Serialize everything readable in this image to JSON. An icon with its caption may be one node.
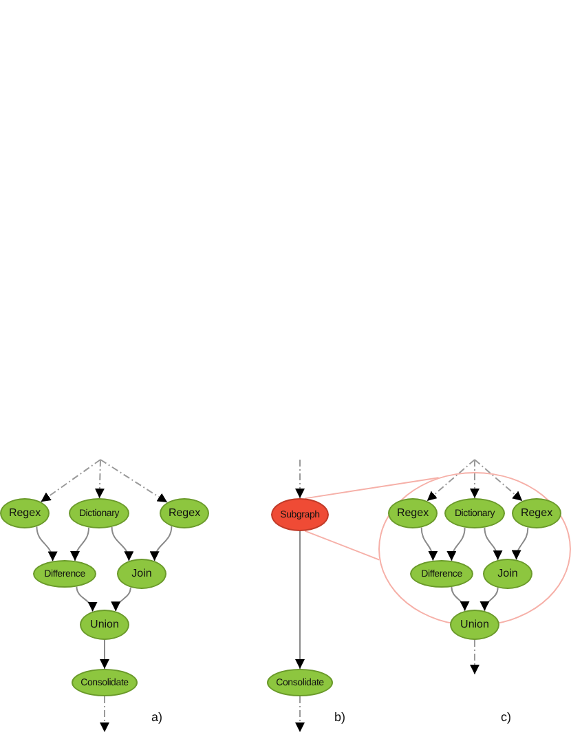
{
  "diagram": {
    "nodes": [
      {
        "text": [
          "Regex"
        ]
      },
      {
        "text": [
          "Dictionary"
        ]
      },
      {
        "text": [
          "Regex"
        ]
      },
      {
        "text": [
          "Difference"
        ]
      },
      {
        "text": [
          "Join"
        ]
      },
      {
        "text": [
          "Union"
        ]
      },
      {
        "text": [
          "Consolidate"
        ]
      },
      {
        "text": [
          "Subgraph"
        ]
      },
      {
        "text": [
          "Consolidate"
        ]
      },
      {
        "text": [],
        "shape": "circle"
      },
      {
        "text": [
          "Regex"
        ],
        "in": 9
      },
      {
        "text": [
          "Dictionary"
        ],
        "in": 9
      },
      {
        "text": [
          "Regex"
        ],
        "in": 9
      },
      {
        "text": [
          "Difference"
        ],
        "in": 9
      },
      {
        "text": [
          "Join"
        ],
        "in": 9
      },
      {
        "text": [
          "Union"
        ]
      }
    ],
    "edges": [
      {
        "from": null,
        "to": 0,
        "arrow": "to",
        "style": "dashed"
      },
      {
        "from": null,
        "to": 1,
        "arrow": "to",
        "style": "dashed"
      },
      {
        "from": null,
        "to": 2,
        "arrow": "to",
        "style": "dashed"
      },
      {
        "from": 0,
        "to": 3,
        "arrow": "to"
      },
      {
        "from": 1,
        "to": 3,
        "arrow": "to"
      },
      {
        "from": 1,
        "to": 4,
        "arrow": "to"
      },
      {
        "from": 2,
        "to": 4,
        "arrow": "to"
      },
      {
        "from": 3,
        "to": 5,
        "arrow": "to"
      },
      {
        "from": 4,
        "to": 5,
        "arrow": "to"
      },
      {
        "from": 5,
        "to": 6,
        "arrow": "to"
      },
      {
        "from": 6,
        "to": null,
        "arrow": "to",
        "style": "dashed"
      },
      {
        "from": null,
        "to": 7,
        "arrow": "to",
        "style": "dashed"
      },
      {
        "from": 7,
        "to": 8,
        "arrow": "to"
      },
      {
        "from": 8,
        "to": null,
        "arrow": "to",
        "style": "dashed"
      },
      {
        "from": 7,
        "to": 9,
        "arrow": "none",
        "color": "#f6b0a8"
      },
      {
        "from": 7,
        "to": 9,
        "arrow": "none",
        "color": "#f6b0a8"
      },
      {
        "from": null,
        "to": 10,
        "arrow": "to",
        "style": "dashed"
      },
      {
        "from": null,
        "to": 11,
        "arrow": "to",
        "style": "dashed"
      },
      {
        "from": null,
        "to": 12,
        "arrow": "to",
        "style": "dashed"
      },
      {
        "from": 10,
        "to": 13,
        "arrow": "to"
      },
      {
        "from": 11,
        "to": 13,
        "arrow": "to"
      },
      {
        "from": 11,
        "to": 14,
        "arrow": "to"
      },
      {
        "from": 12,
        "to": 14,
        "arrow": "to"
      },
      {
        "from": 13,
        "to": 15,
        "arrow": "to"
      },
      {
        "from": 14,
        "to": 15,
        "arrow": "to"
      },
      {
        "from": 15,
        "to": null,
        "arrow": "to",
        "style": "dashed"
      }
    ],
    "labels": [
      "a)",
      "b)",
      "c)"
    ]
  }
}
